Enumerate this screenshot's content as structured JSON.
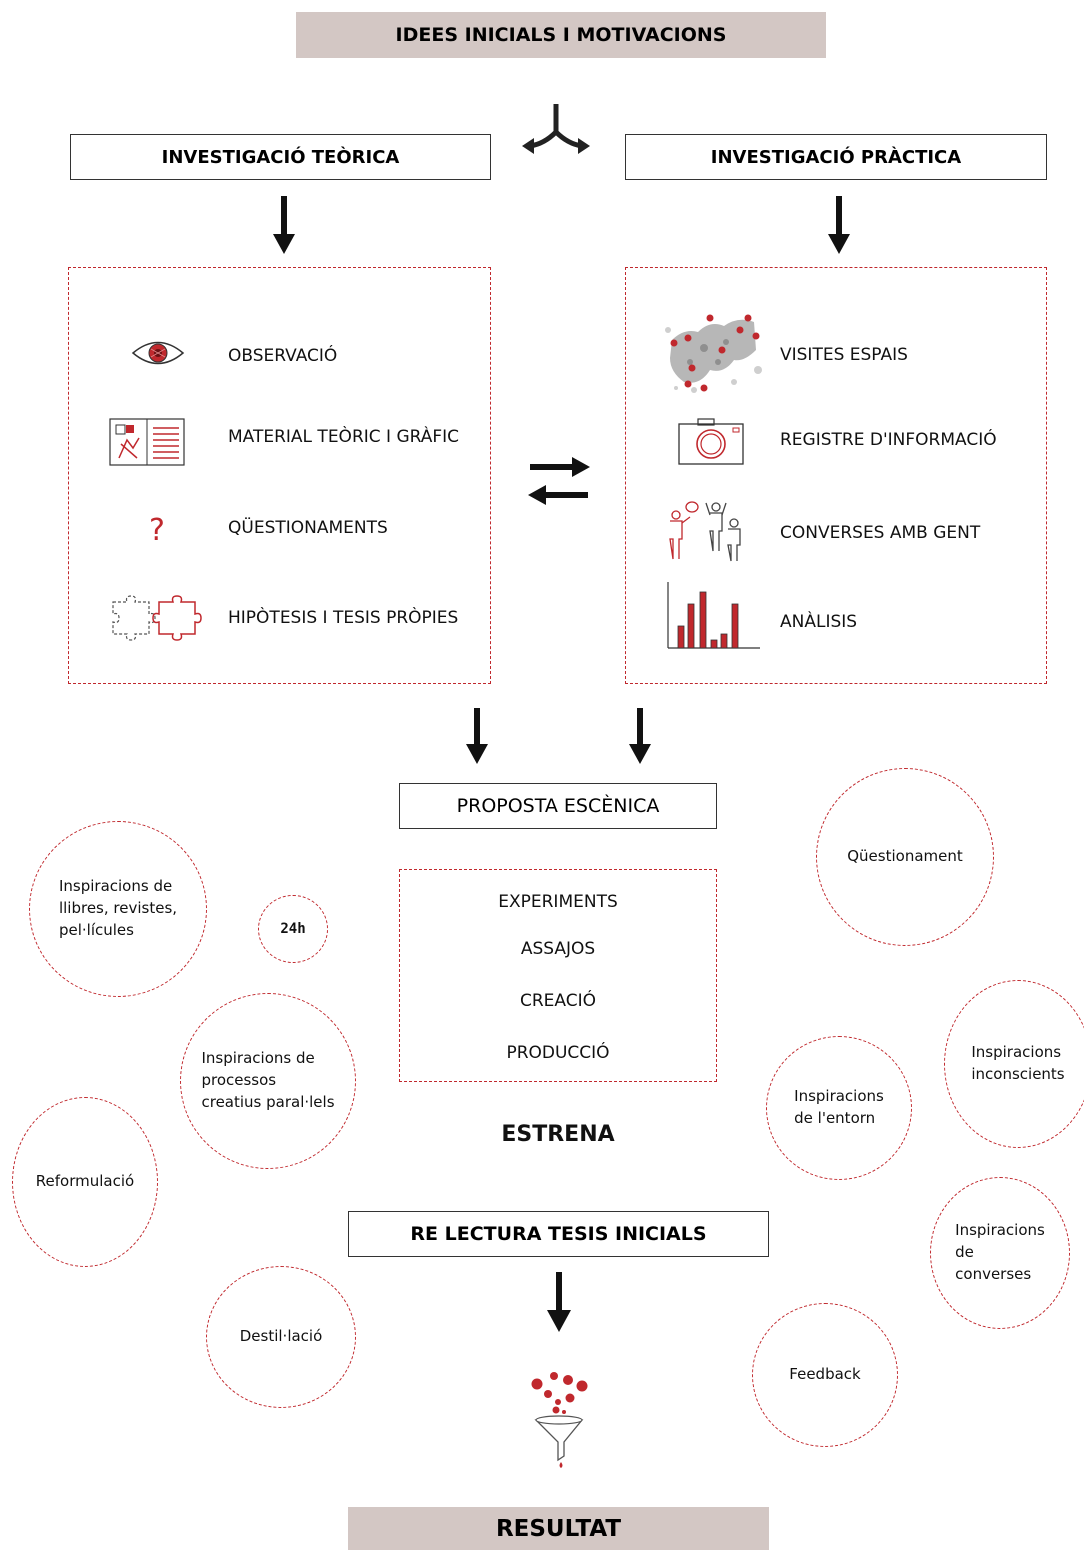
{
  "header": {
    "title": "IDEES INICIALS  I MOTIVACIONS"
  },
  "columns": {
    "theory": {
      "title": "INVESTIGACIÓ TEÒRICA",
      "items": [
        {
          "label": "OBSERVACIÓ",
          "icon": "eye-icon"
        },
        {
          "label": "MATERIAL TEÒRIC I GRÀFIC",
          "icon": "document-icon"
        },
        {
          "label": "QÜESTIONAMENTS",
          "icon": "question-icon"
        },
        {
          "label": "HIPÒTESIS I TESIS PRÒPIES",
          "icon": "puzzle-icon"
        }
      ]
    },
    "practice": {
      "title": "INVESTIGACIÓ PRÀCTICA",
      "items": [
        {
          "label": "VISITES ESPAIS",
          "icon": "map-icon"
        },
        {
          "label": "REGISTRE D'INFORMACIÓ",
          "icon": "camera-icon"
        },
        {
          "label": "CONVERSES AMB GENT",
          "icon": "people-icon"
        },
        {
          "label": "ANÀLISIS",
          "icon": "bar-chart-icon"
        }
      ]
    }
  },
  "proposal": {
    "title": "PROPOSTA ESCÈNICA",
    "steps": [
      "EXPERIMENTS",
      "ASSAJOS",
      "CREACIÓ",
      "PRODUCCIÓ"
    ]
  },
  "premiere": "ESTRENA",
  "rereading": "RE LECTURA TESIS  INICIALS",
  "result": "RESULTAT",
  "bubbles": {
    "books": [
      "Inspiracions de",
      "llibres, revistes,",
      "pel·lícules"
    ],
    "h24": "24h",
    "processes": [
      "Inspiracions de",
      "processos",
      "creatius paral·lels"
    ],
    "reformulation": "Reformulació",
    "distillation": "Destil·lació",
    "questioning": "Qüestionament",
    "unconscious": [
      "Inspiracions",
      "inconscients"
    ],
    "environment": [
      "Inspiracions",
      "de l'entorn"
    ],
    "conversations": [
      "Inspiracions",
      "de",
      "converses"
    ],
    "feedback": "Feedback"
  },
  "colors": {
    "accent": "#c0282d",
    "banner": "#d3c7c4"
  }
}
